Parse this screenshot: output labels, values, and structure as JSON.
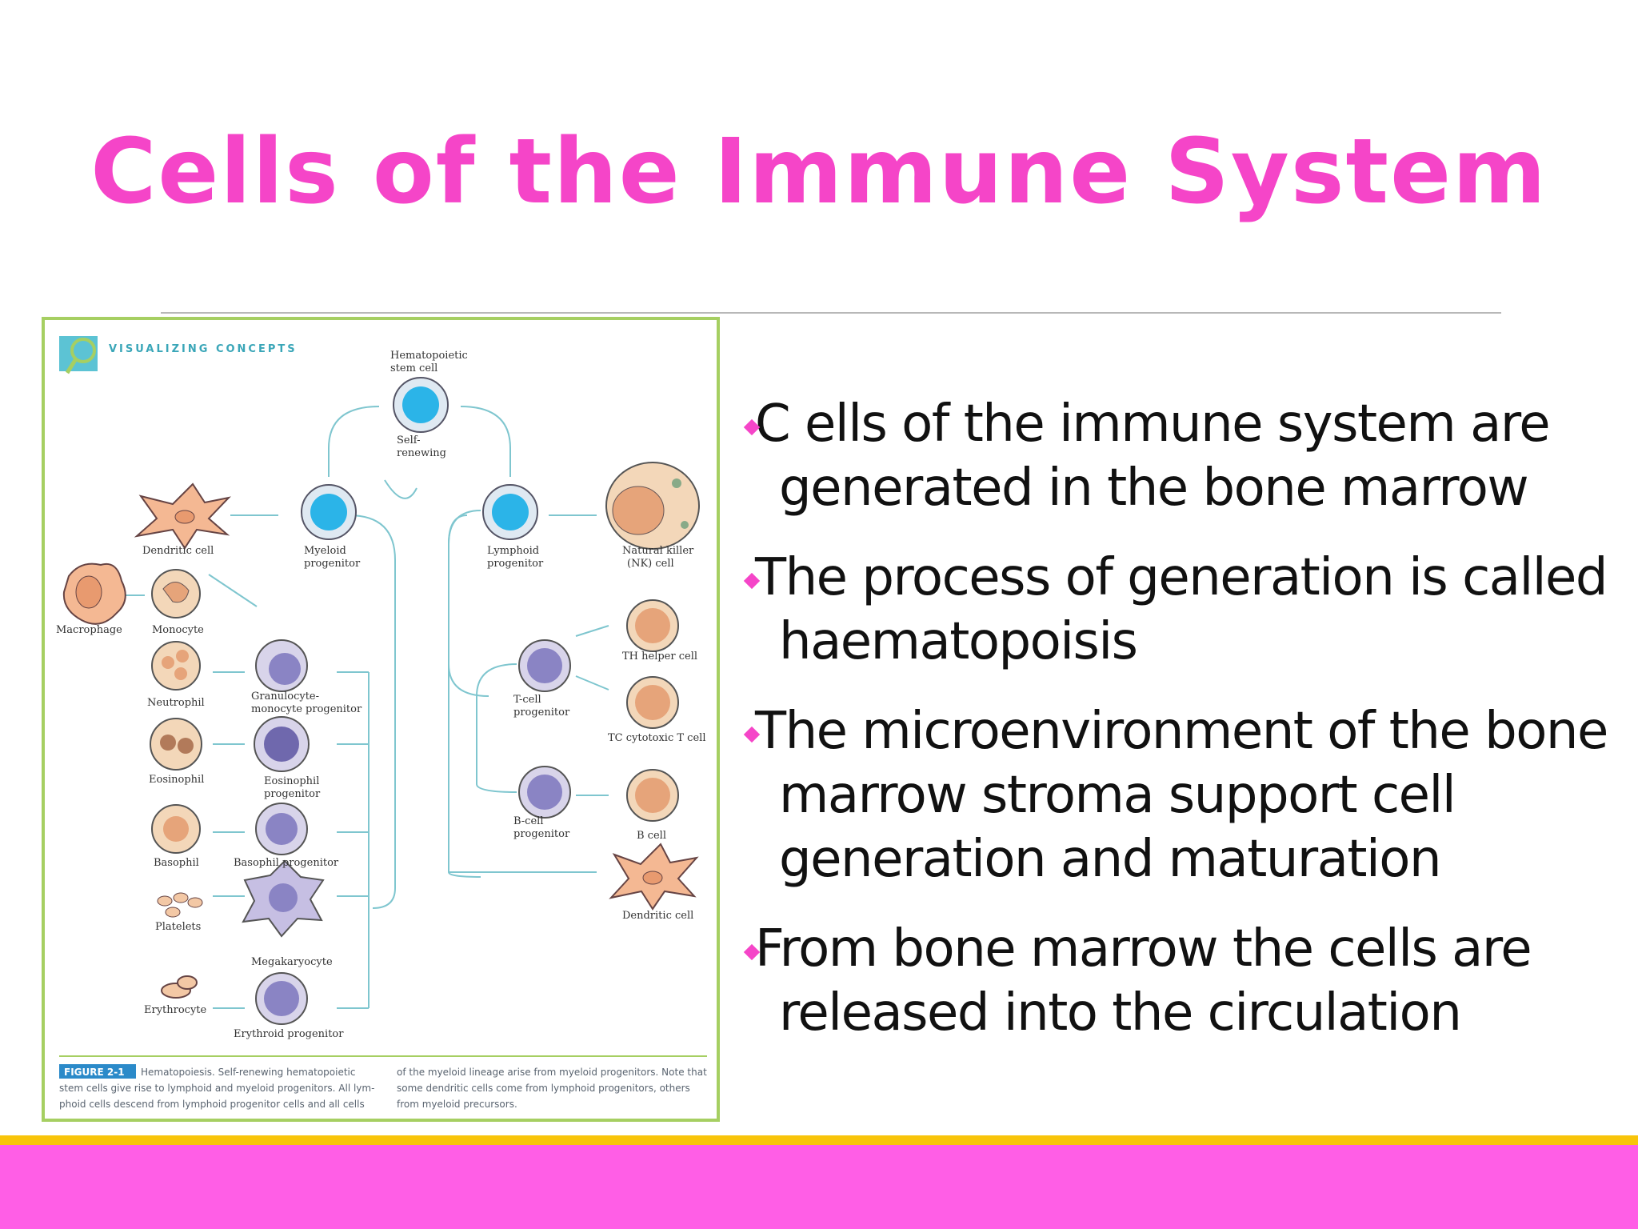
{
  "slide": {
    "title": "Cells of the Immune System",
    "bullets": [
      "C ells of the immune system are generated in the bone marrow",
      "The process of generation is called haematopoisis",
      "The microenvironment of the bone marrow stroma support cell generation and maturation",
      "From bone marrow the cells are released into the circulation"
    ]
  },
  "figure": {
    "header": "VISUALIZING CONCEPTS",
    "labels": {
      "hsc": [
        "Hematopoietic",
        "stem cell"
      ],
      "self": [
        "Self-",
        "renewing"
      ],
      "dendritic_left": "Dendritic cell",
      "myeloid": [
        "Myeloid",
        "progenitor"
      ],
      "lymphoid": [
        "Lymphoid",
        "progenitor"
      ],
      "nk": [
        "Natural killer",
        "(NK) cell"
      ],
      "macrophage": "Macrophage",
      "monocyte": "Monocyte",
      "th": "TH helper cell",
      "neutrophil": "Neutrophil",
      "gm": [
        "Granulocyte-",
        "monocyte progenitor"
      ],
      "tcell": [
        "T-cell",
        "progenitor"
      ],
      "tc": "TC cytotoxic T cell",
      "eosinophil": "Eosinophil",
      "eos_prog": [
        "Eosinophil",
        "progenitor"
      ],
      "bcell_prog": [
        "B-cell",
        "progenitor"
      ],
      "bcell": "B cell",
      "basophil": "Basophil",
      "baso_prog": "Basophil progenitor",
      "dendritic_right": "Dendritic cell",
      "platelets": "Platelets",
      "megakaryocyte": "Megakaryocyte",
      "erythrocyte": "Erythrocyte",
      "erythroid": "Erythroid progenitor"
    },
    "caption": {
      "tag": "FIGURE 2-1",
      "left": [
        "Hematopoiesis. Self-renewing hematopoietic",
        "stem cells give rise to lymphoid and myeloid progenitors. All lym-",
        "phoid cells descend from lymphoid progenitor cells and all cells"
      ],
      "right": [
        "of the myeloid lineage arise from myeloid progenitors. Note that",
        "some dendritic cells come from lymphoid progenitors, others",
        "from myeloid precursors."
      ]
    }
  },
  "colors": {
    "title": "#f545c8",
    "band": "#ff5ee6",
    "stripe": "#f8c40a",
    "figure_border": "#a6cf62"
  }
}
